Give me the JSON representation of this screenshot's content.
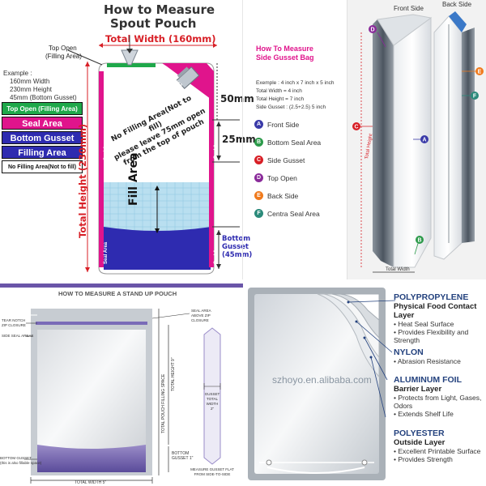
{
  "spout": {
    "title_line1": "How to Measure",
    "title_line2": "Spout Pouch",
    "total_width": "Total Width (160mm)",
    "total_height": "Total Height (230mm)",
    "top_open": "Top Open",
    "top_open_sub": "(Filling Area)",
    "example_lines": [
      "Example :",
      "160mm Width",
      "230mm Height",
      "45mm (Bottom Gusset)"
    ],
    "legend": [
      {
        "text": "Top Open (Filling Area)",
        "color": "#1fa84a",
        "text_color": "#ffffff"
      },
      {
        "text": "Seal Area",
        "color": "#e0148c",
        "text_color": "#ffffff"
      },
      {
        "text": "Bottom Gusset",
        "color": "#2e2bb0",
        "text_color": "#ffffff"
      },
      {
        "text": "Filling Area",
        "color": "#2e2bb0",
        "text_color": "#ffffff"
      },
      {
        "text": "No Filling Area(Not to fill)",
        "color": "#ffffff",
        "text_color": "#111111"
      }
    ],
    "no_fill_text": [
      "No Filling Area(Not to fill)",
      "please leave 75mm open",
      "from the top of pouch"
    ],
    "fill_area": "Fill Area",
    "seal_area": "Seal Area",
    "dim_50": "50mm",
    "dim_25": "25mm",
    "bottom_gusset": [
      "Bottom",
      "Gusset",
      "(45mm)"
    ]
  },
  "side_gusset": {
    "title_line1": "How To Measure",
    "title_line2": "Side Gusset Bag",
    "example_lines": [
      "Exemple : 4 inch x 7 inch x 5 inch",
      "Total Width = 4 inch",
      "Total Height = 7 inch",
      "Side Gusset : (2.5+2.5) 5 inch"
    ],
    "legend": [
      {
        "letter": "A",
        "text": "Front Side",
        "color": "#3a3aa8"
      },
      {
        "letter": "B",
        "text": "Bottom Seal Area",
        "color": "#2c9a4a"
      },
      {
        "letter": "C",
        "text": "Side Gusset",
        "color": "#d81f26"
      },
      {
        "letter": "D",
        "text": "Top Open",
        "color": "#8a2b9a"
      },
      {
        "letter": "E",
        "text": "Back Side",
        "color": "#f07a1c"
      },
      {
        "letter": "F",
        "text": "Centra Seal Area",
        "color": "#2b8a7a"
      }
    ],
    "front_side": "Front Side",
    "back_side": "Back Side",
    "total_height": "Total Height",
    "total_width": "Total Width"
  },
  "stand_up": {
    "title": "HOW TO MEASURE A STAND UP POUCH",
    "tear_notch": [
      "TEAR NOTCH",
      "ZIP CLOSURE"
    ],
    "side_seal": "SIDE SEAL AREAS",
    "seal_area_above": [
      "SEAL AREA",
      "ABOVE ZIP",
      "CLOSURE"
    ],
    "filling_space": "TOTAL POUCH FILLING SPACE",
    "total_height": "TOTAL HEIGHT 9\"",
    "bottom_gusset_dim": [
      "BOTTOM",
      "GUSSET 1\""
    ],
    "bottom_gusset_left": [
      "BOTTOM GUSSET",
      "(this is also fillable space)"
    ],
    "total_width": "TOTAL WIDTH 5\"",
    "gusset_total_width": [
      "GUSSET",
      "TOTAL",
      "WIDTH",
      "2\""
    ],
    "gusset_flat": [
      "MEASURE GUSSET FLAT",
      "FROM SIDE-TO-SIDE"
    ]
  },
  "layers": {
    "watermark": "szhoyo.en.alibaba.com",
    "items": [
      {
        "title": "POLYPROPYLENE",
        "sub": "Physical Food Contact Layer",
        "bullets": [
          "Heat Seal Surface",
          "Provides Flexibility and Strength"
        ]
      },
      {
        "title": "NYLON",
        "sub": "",
        "bullets": [
          "Abrasion Resistance"
        ]
      },
      {
        "title": "ALUMINUM FOIL",
        "sub": "Barrier Layer",
        "bullets": [
          "Protects from Light, Gases, Odors",
          "Extends Shelf Life"
        ]
      },
      {
        "title": "POLYESTER",
        "sub": "Outside Layer",
        "bullets": [
          "Excellent Printable Surface",
          "Provides Strength"
        ]
      }
    ]
  },
  "colors": {
    "magenta": "#e0148c",
    "blue": "#2e2bb0",
    "green": "#1fa84a",
    "red": "#d81f26",
    "lavender": "#6a55a8"
  }
}
